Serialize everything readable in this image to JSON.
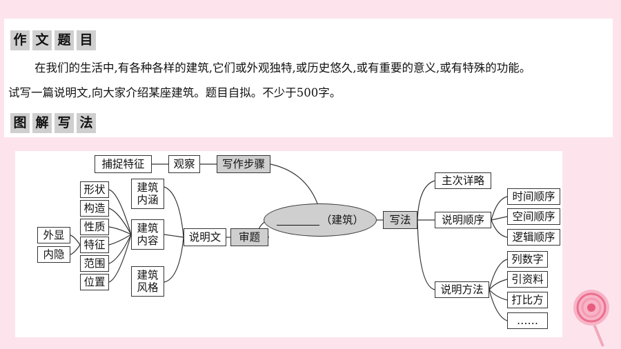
{
  "headings": {
    "prompt": [
      "作",
      "文",
      "题",
      "目"
    ],
    "method": [
      "图",
      "解",
      "写",
      "法"
    ]
  },
  "prompt": {
    "line1": "在我们的生活中,有各种各样的建筑,它们或外观独特,或历史悠久,或有重要的意义,或有特殊的功能。",
    "line2": "试写一篇说明文,向大家介绍某座建筑。题目自拟。不少于500字。"
  },
  "mindmap": {
    "center": "（建筑）",
    "top_chain": [
      "捕捉特征",
      "观察",
      "写作步骤"
    ],
    "shenti": "审题",
    "shuomingwen": "说明文",
    "branches": [
      "建筑内涵",
      "建筑内容",
      "建筑风格"
    ],
    "content_items": [
      "形状",
      "构造",
      "性质",
      "特征",
      "范围",
      "位置"
    ],
    "feature_items": [
      "外显",
      "内隐"
    ],
    "xiefa": "写法",
    "xiefa_items": [
      "主次详略",
      "说明顺序",
      "说明方法"
    ],
    "order_items": [
      "时间顺序",
      "空间顺序",
      "逻辑顺序"
    ],
    "method_items": [
      "列数字",
      "引资料",
      "打比方",
      "……"
    ]
  }
}
